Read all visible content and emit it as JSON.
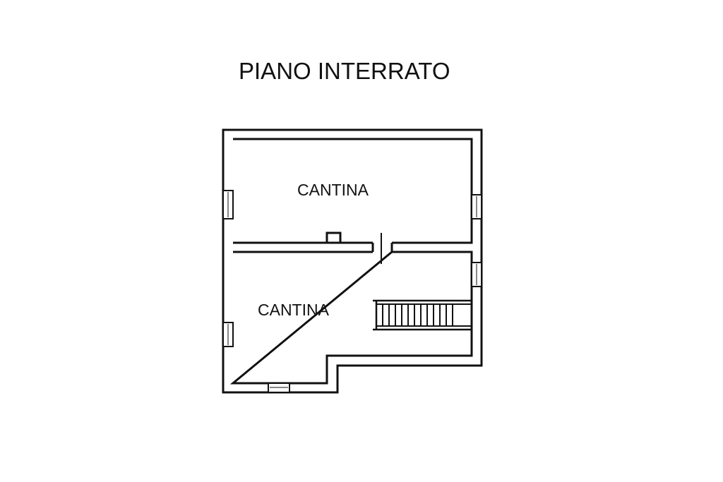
{
  "plan": {
    "title": "PIANO INTERRATO",
    "rooms": [
      {
        "label": "CANTINA"
      },
      {
        "label": "CANTINA"
      }
    ]
  },
  "colors": {
    "line": "#111111",
    "background": "#ffffff"
  }
}
